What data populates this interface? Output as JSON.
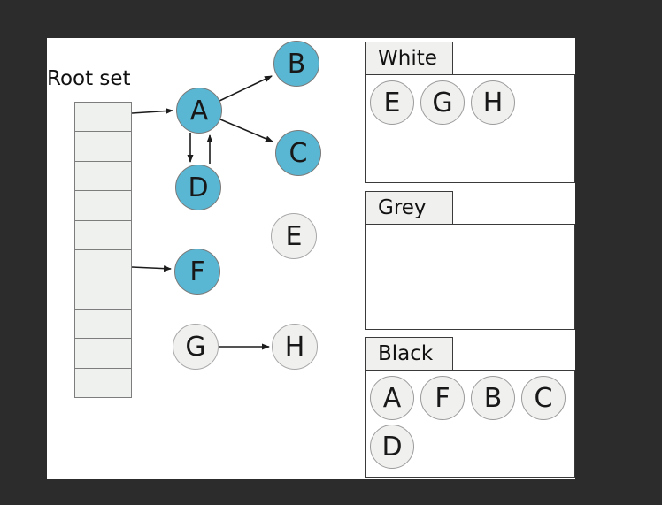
{
  "title": "Tri-color garbage collection diagram",
  "colors": {
    "background": "#2c2c2c",
    "canvas": "#ffffff",
    "reachable_node_fill": "#5ab7d3",
    "unreachable_node_fill": "#f0f0ef",
    "arrow": "#1c1c1c"
  },
  "root_set": {
    "label": "Root set",
    "cell_count": 10,
    "pointers": [
      {
        "from_cell": 1,
        "to_node": "A"
      },
      {
        "from_cell": 6,
        "to_node": "F"
      }
    ]
  },
  "graph": {
    "nodes": [
      {
        "label": "A",
        "state": "reachable"
      },
      {
        "label": "B",
        "state": "reachable"
      },
      {
        "label": "C",
        "state": "reachable"
      },
      {
        "label": "D",
        "state": "reachable"
      },
      {
        "label": "E",
        "state": "unreachable"
      },
      {
        "label": "F",
        "state": "reachable"
      },
      {
        "label": "G",
        "state": "unreachable"
      },
      {
        "label": "H",
        "state": "unreachable"
      }
    ],
    "edges": [
      {
        "from": "A",
        "to": "B"
      },
      {
        "from": "A",
        "to": "C"
      },
      {
        "from": "A",
        "to": "D"
      },
      {
        "from": "D",
        "to": "A"
      },
      {
        "from": "G",
        "to": "H"
      }
    ]
  },
  "sets": {
    "white": {
      "label": "White",
      "members": [
        "E",
        "G",
        "H"
      ]
    },
    "grey": {
      "label": "Grey",
      "members": []
    },
    "black": {
      "label": "Black",
      "members": [
        "A",
        "F",
        "B",
        "C",
        "D"
      ]
    }
  }
}
